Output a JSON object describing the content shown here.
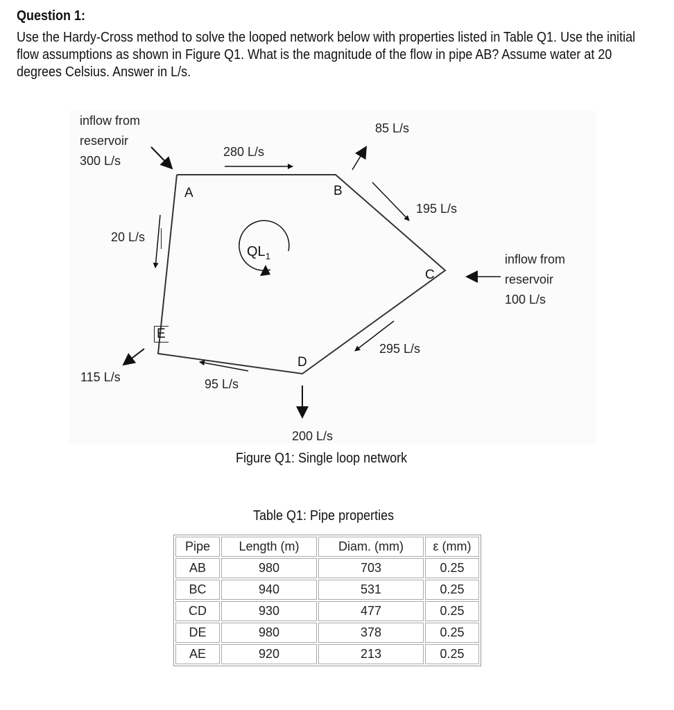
{
  "question": {
    "title": "Question 1:",
    "body": "Use the Hardy-Cross method to solve the looped network below with properties listed in Table Q1. Use the initial flow assumptions as shown in Figure Q1. What is the magnitude of the flow in pipe AB? Assume water at 20 degrees Celsius. Answer in L/s."
  },
  "figure": {
    "inflow_a": [
      "inflow from",
      "reservoir",
      "300 L/s"
    ],
    "inflow_c": [
      "inflow from",
      "reservoir",
      "100 L/s"
    ],
    "flows": {
      "ab": "280 L/s",
      "b_out": "85 L/s",
      "bc": "195 L/s",
      "ae": "20 L/s",
      "e_out": "115 L/s",
      "ed": "95 L/s",
      "cd": "295 L/s",
      "d_out": "200 L/s"
    },
    "nodes": {
      "a": "A",
      "b": "B",
      "c": "C",
      "d": "D",
      "e": "E"
    },
    "loop_label": "QL",
    "loop_sub": "1",
    "caption": "Figure Q1: Single loop network"
  },
  "table": {
    "caption": "Table Q1: Pipe properties",
    "headers": [
      "Pipe",
      "Length (m)",
      "Diam. (mm)",
      "ε (mm)"
    ],
    "rows": [
      [
        "AB",
        "980",
        "703",
        "0.25"
      ],
      [
        "BC",
        "940",
        "531",
        "0.25"
      ],
      [
        "CD",
        "930",
        "477",
        "0.25"
      ],
      [
        "DE",
        "980",
        "378",
        "0.25"
      ],
      [
        "AE",
        "920",
        "213",
        "0.25"
      ]
    ]
  }
}
